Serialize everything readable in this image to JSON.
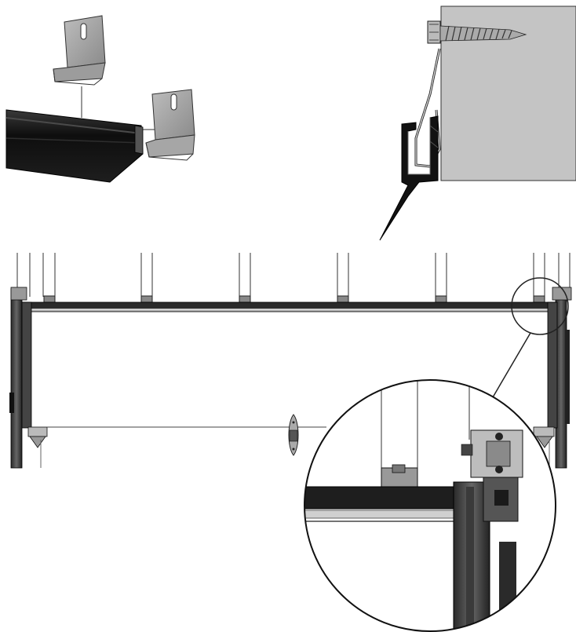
{
  "diagram": {
    "kind": "technical-assembly-drawing",
    "views": [
      {
        "id": "bracket-exploded-view",
        "parts": [
          "upper-bracket",
          "lower-bracket",
          "top-rail-profile"
        ]
      },
      {
        "id": "wall-section-view",
        "parts": [
          "screw",
          "wall-block",
          "spring-clip",
          "rail-channel"
        ]
      },
      {
        "id": "front-elevation-view",
        "parts": [
          "top-rail",
          "left-post",
          "right-post",
          "hanger-wires",
          "clip-blocks",
          "bottom-line",
          "center-hinge"
        ]
      },
      {
        "id": "detail-magnifier",
        "parts": [
          "detail-circle",
          "source-circle",
          "leader-line"
        ]
      }
    ],
    "hanger_wire_count": 7,
    "clip_block_count": 6,
    "colors": {
      "line": "#1a1a1a",
      "metal_light": "#d6d6d6",
      "metal_mid": "#9a9a9a",
      "metal_dark": "#555555",
      "rail_black": "#141414",
      "wall_gray": "#c4c4c4"
    }
  }
}
